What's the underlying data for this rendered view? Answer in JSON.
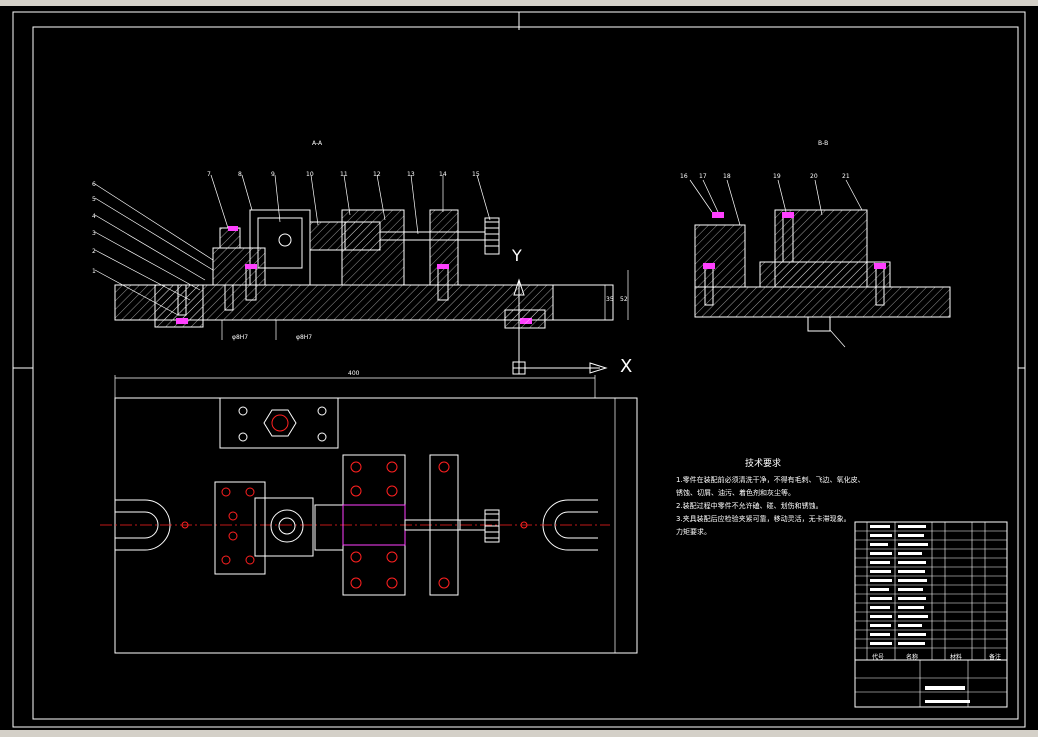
{
  "drawing": {
    "section_a_title": "A-A",
    "section_b_title": "B-B",
    "axis_y": "Y",
    "axis_x": "X",
    "dims": {
      "plan_width": "400",
      "height_a": "35",
      "height_b": "52",
      "dim_small_1": "φ8H7",
      "dim_small_2": "φ8H7"
    },
    "balloons_a": [
      "1",
      "2",
      "3",
      "4",
      "5",
      "6",
      "7",
      "8",
      "9",
      "10",
      "11",
      "12",
      "13",
      "14",
      "15"
    ],
    "balloons_b": [
      "16",
      "17",
      "18",
      "19",
      "20",
      "21"
    ]
  },
  "tech_requirements": {
    "title": "技术要求",
    "lines": [
      "1.零件在装配前必须清洗干净，不得有毛刺、飞边、氧化皮、",
      "锈蚀、切屑、油污、着色剂和灰尘等。",
      "2.装配过程中零件不允许磕、碰、划伤和锈蚀。",
      "3.夹具装配后应检验夹紧可靠，移动灵活，无卡滞现象。",
      "力矩要求。"
    ]
  },
  "title_block": {
    "col_code": "代号",
    "col_name": "名称",
    "col_material": "材料",
    "col_remark": "备注"
  },
  "colors": {
    "line": "#ffffff",
    "center": "#ff2020",
    "accent": "#ff40ff",
    "background": "#000000"
  }
}
